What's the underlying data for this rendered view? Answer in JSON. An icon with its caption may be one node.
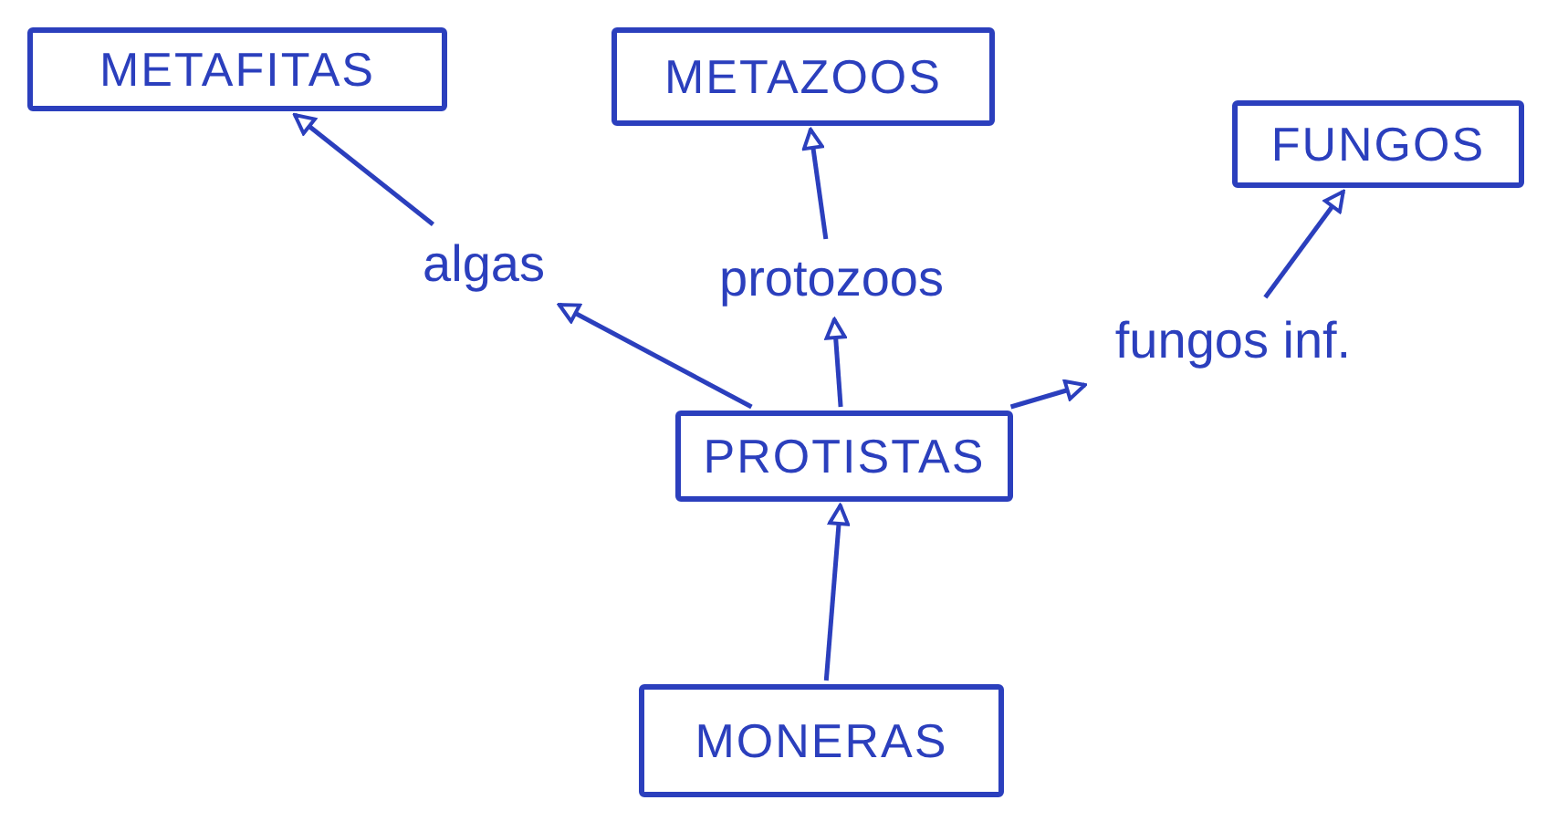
{
  "diagram": {
    "nodes": [
      {
        "text": [
          "METAFITAS"
        ]
      },
      {
        "text": [
          "METAZOOS"
        ]
      },
      {
        "text": [
          "FUNGOS"
        ]
      },
      {
        "text": [
          "algas"
        ]
      },
      {
        "text": [
          "protozoos"
        ]
      },
      {
        "text": [
          "fungos inf."
        ]
      },
      {
        "text": [
          "PROTISTAS"
        ]
      },
      {
        "text": [
          "MONERAS"
        ]
      }
    ],
    "edges": [
      {
        "from": 3,
        "to": 0,
        "arrow": "to"
      },
      {
        "from": 4,
        "to": 1,
        "arrow": "to"
      },
      {
        "from": 5,
        "to": 2,
        "arrow": "to"
      },
      {
        "from": 6,
        "to": 3,
        "arrow": "to"
      },
      {
        "from": 6,
        "to": 4,
        "arrow": "to"
      },
      {
        "from": 6,
        "to": 5,
        "arrow": "to"
      },
      {
        "from": 7,
        "to": 6,
        "arrow": "to"
      }
    ]
  }
}
